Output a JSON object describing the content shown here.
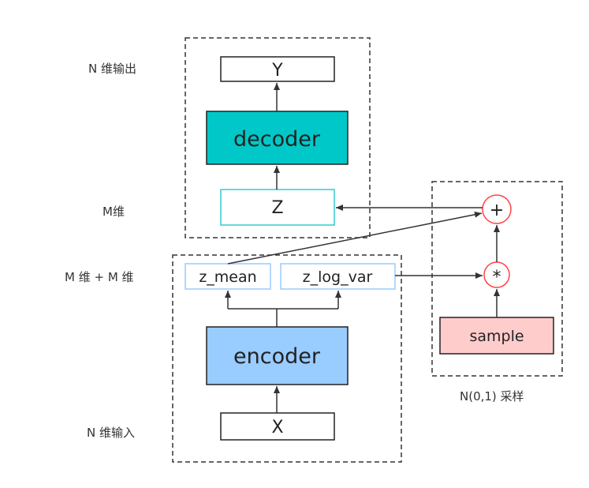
{
  "side_labels": {
    "n_output": "N 维输出",
    "m_dim": "M维",
    "m_plus_m": "M 维 + M 维",
    "n_input": "N 维输入",
    "sampling": "N(0,1) 采样"
  },
  "nodes": {
    "y": "Y",
    "decoder": "decoder",
    "z": "Z",
    "z_mean": "z_mean",
    "z_log_var": "z_log_var",
    "encoder": "encoder",
    "x": "X",
    "sample": "sample",
    "plus_op": "+",
    "mult_op": "*"
  },
  "colors": {
    "decoder_fill": "#00c8c8",
    "encoder_fill": "#99ccff",
    "sample_fill": "#ffcccc",
    "z_border": "#33cccc",
    "latent_border": "#99ccff",
    "op_border": "#ff4444",
    "dashed_frame": "#333333",
    "arrow": "#333333"
  }
}
